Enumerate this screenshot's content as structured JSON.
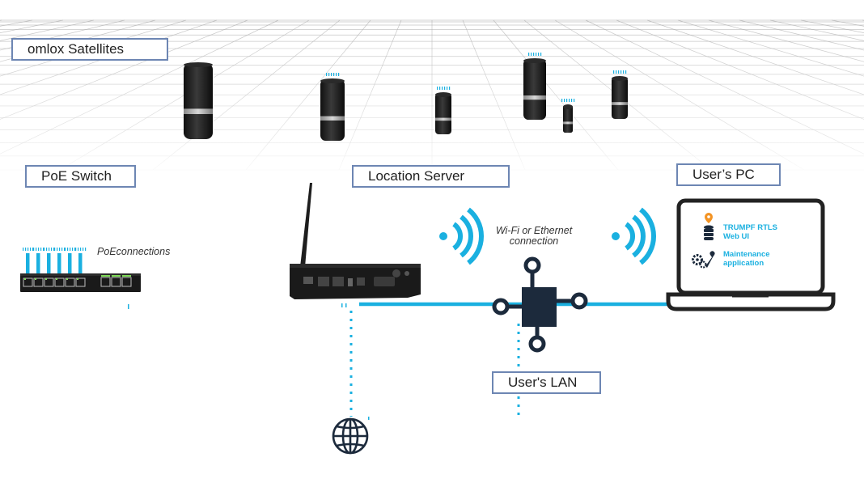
{
  "labels": {
    "satellites": "omlox Satellites",
    "poe_switch": "PoE Switch",
    "location_server": "Location Server",
    "users_pc": "User’s PC",
    "users_lan": "User's LAN"
  },
  "notes": {
    "poe_connections": "PoEconnections",
    "wifi_line1": "Wi-Fi or Ethernet",
    "wifi_line2": "connection"
  },
  "laptop_screen": {
    "app1_line1": "TRUMPF RTLS",
    "app1_line2": "Web UI",
    "app2_line1": "Maintenance",
    "app2_line2": "application"
  },
  "colors": {
    "accent": "#1ab0e0",
    "box_border": "#6d86b3",
    "device_dark": "#1c2a3c",
    "pin_orange": "#f39323"
  },
  "icons": [
    "wifi-left-icon",
    "wifi-right-icon",
    "network-hub-icon",
    "globe-icon",
    "location-pin-icon",
    "database-icon",
    "gears-wrench-icon",
    "laptop-icon",
    "antenna-icon"
  ]
}
